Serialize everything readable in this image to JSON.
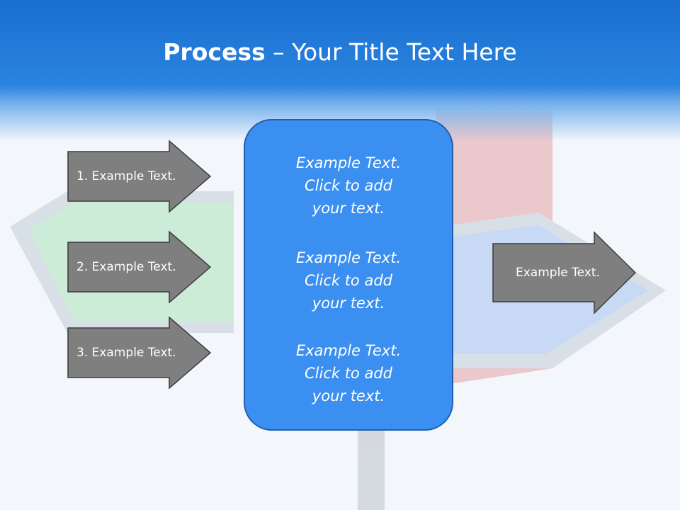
{
  "slide": {
    "title_bold": "Process",
    "title_rest": " – Your Title Text Here"
  },
  "left_arrows": [
    {
      "label": "1. Example Text."
    },
    {
      "label": "2. Example Text."
    },
    {
      "label": "3. Example Text."
    }
  ],
  "center_box": {
    "paragraphs": [
      {
        "text": "Example Text.\nClick  to add\nyour text."
      },
      {
        "text": "Example Text.\nClick  to add\nyour text."
      },
      {
        "text": "Example Text.\nClick  to add\nyour text."
      }
    ]
  },
  "right_arrow": {
    "label": "Example Text."
  },
  "colors": {
    "header_blue": "#1a6fd0",
    "arrow_fill": "#7f7f7f",
    "arrow_border": "#3c3c3c",
    "box_fill": "#3a8ff0",
    "box_border": "#1f5fae"
  }
}
